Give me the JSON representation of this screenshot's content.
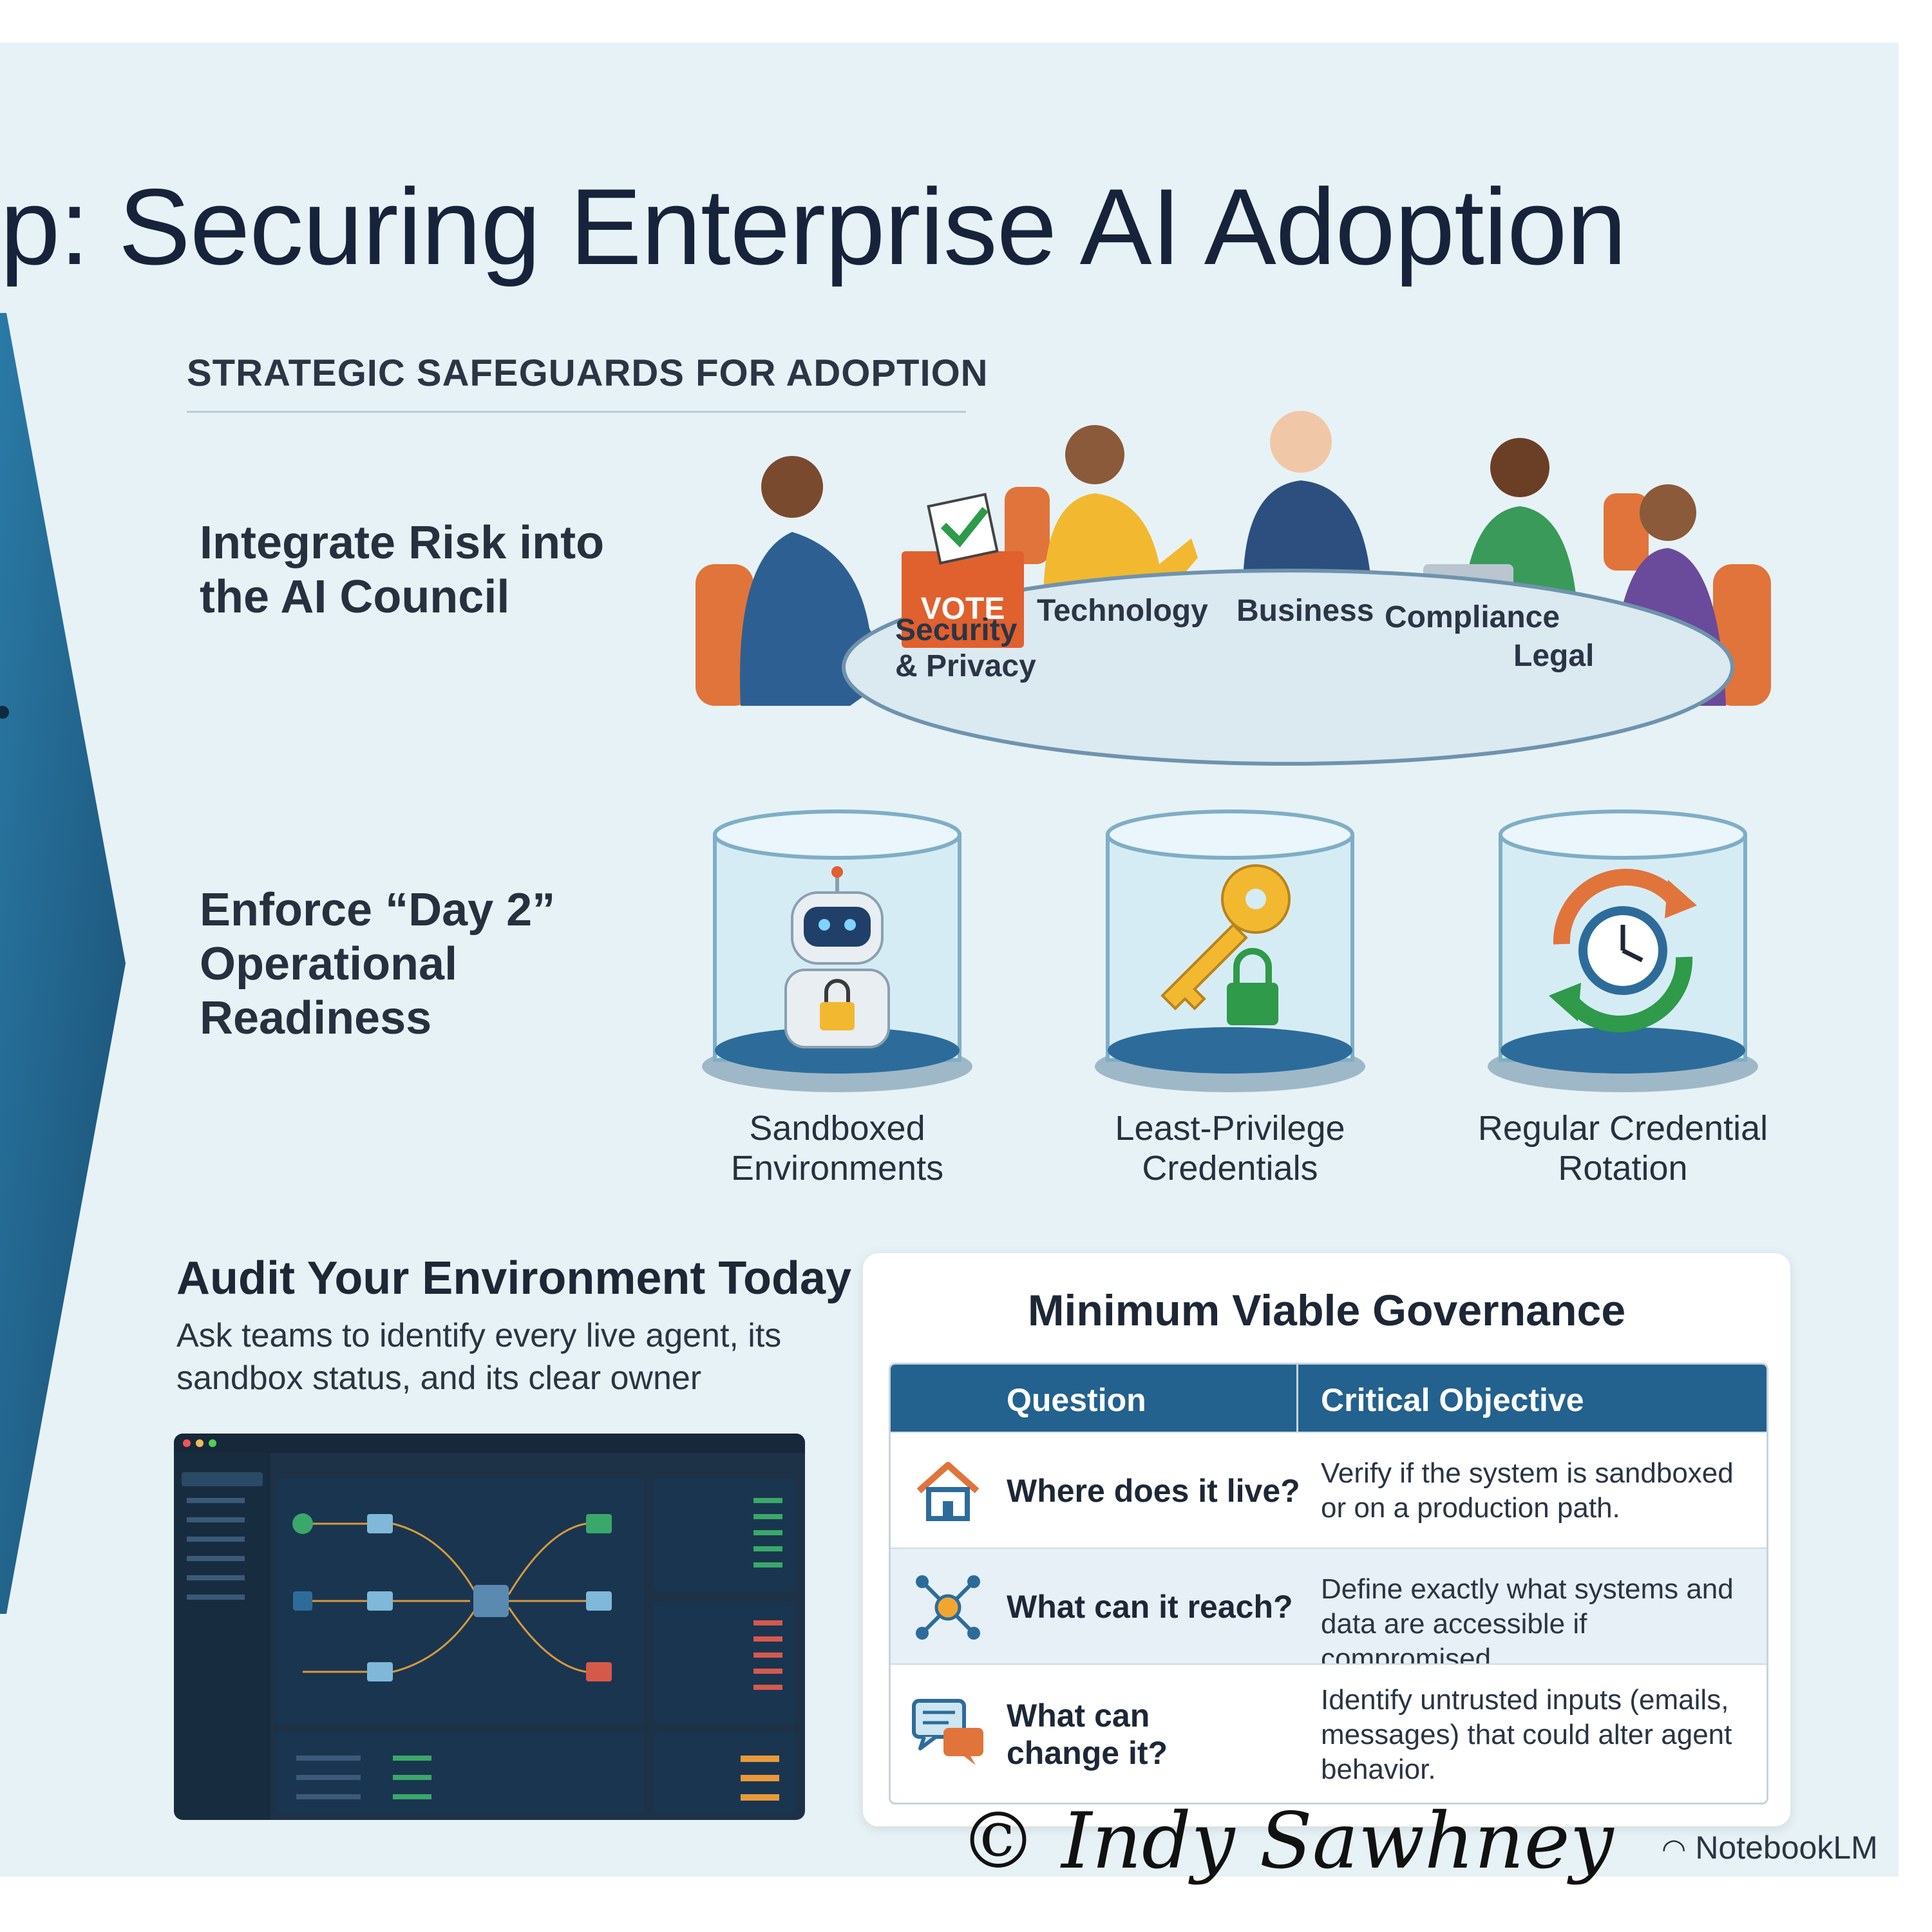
{
  "title": "p: Securing Enterprise AI Adoption",
  "section_heading": "STRATEGIC SAFEGUARDS FOR ADOPTION",
  "council": {
    "heading_line1": "Integrate Risk into",
    "heading_line2": "the AI Council",
    "vote_label": "VOTE",
    "seats": {
      "security_line1": "Security",
      "security_line2": "& Privacy",
      "technology": "Technology",
      "business": "Business",
      "compliance": "Compliance",
      "legal": "Legal"
    }
  },
  "readiness": {
    "heading_line1": "Enforce “Day 2”",
    "heading_line2": "Operational",
    "heading_line3": "Readiness",
    "items": [
      {
        "line1": "Sandboxed",
        "line2": "Environments",
        "icon": "robot-lock-icon"
      },
      {
        "line1": "Least-Privilege",
        "line2": "Credentials",
        "icon": "key-lock-icon"
      },
      {
        "line1": "Regular Credential",
        "line2": "Rotation",
        "icon": "clock-rotation-icon"
      }
    ]
  },
  "audit": {
    "heading": "Audit Your Environment Today",
    "text_line1": "Ask teams to identify every live agent, its",
    "text_line2": "sandbox status, and its clear owner"
  },
  "governance": {
    "title": "Minimum Viable Governance",
    "col_question": "Question",
    "col_objective": "Critical Objective",
    "rows": [
      {
        "icon": "house-icon",
        "q1": "Where does it live?",
        "q2": "",
        "o1": "Verify if the system is sandboxed",
        "o2": "or on a production path.",
        "o3": ""
      },
      {
        "icon": "network-nodes-icon",
        "q1": "What can it reach?",
        "q2": "",
        "o1": "Define exactly what systems and",
        "o2": "data are accessible if compromised.",
        "o3": ""
      },
      {
        "icon": "chat-bubbles-icon",
        "q1": "What can",
        "q2": "change it?",
        "o1": "Identify untrusted inputs (emails,",
        "o2": "messages) that could alter agent",
        "o3": "behavior."
      }
    ]
  },
  "signature": "© Indy Sawhney",
  "brand": "NotebookLM",
  "colors": {
    "panel": "#e7f2f6",
    "chevron": "#1f5f86",
    "table_header": "#23618e",
    "title": "#17233a"
  }
}
